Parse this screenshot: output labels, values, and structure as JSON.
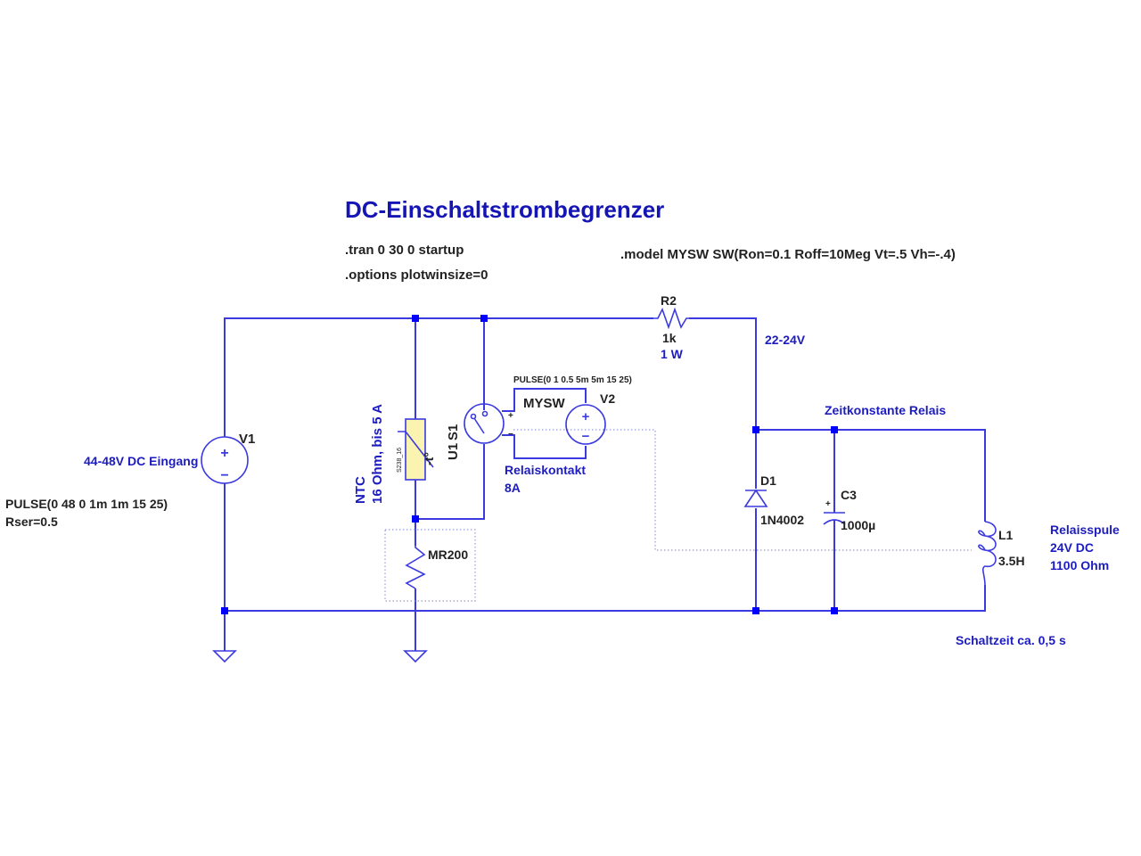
{
  "title": "DC-Einschaltstrombegrenzer",
  "directives": {
    "tran": ".tran 0 30 0 startup",
    "options": ".options plotwinsize=0",
    "model": ".model MYSW SW(Ron=0.1 Roff=10Meg Vt=.5 Vh=-.4)"
  },
  "colors": {
    "wire": "#3a3ae0",
    "junction": "#0000ff",
    "comment": "#1c1cc0",
    "title": "#1515b5",
    "label": "#222222",
    "ntc_fill": "#fbf3b0"
  },
  "components": {
    "v1": {
      "name": "V1",
      "comment": "44-48V DC Eingang",
      "value_line1": "PULSE(0 48 0 1m 1m 15 25)",
      "value_line2": "Rser=0.5"
    },
    "ntc": {
      "model": "S238_16",
      "symbol": "-t°",
      "comment_line1": "NTC",
      "comment_line2": "16 Ohm, bis 5 A"
    },
    "s1": {
      "name": "S1",
      "instance": "U1",
      "model": "MYSW",
      "plus": "+",
      "minus": "−",
      "comment_line1": "Relaiskontakt",
      "comment_line2": "8A"
    },
    "v2": {
      "name": "V2",
      "value": "PULSE(0 1 0.5 5m 5m 15 25)"
    },
    "r2": {
      "name": "R2",
      "value": "1k",
      "comment": "1 W"
    },
    "mr200": {
      "name": "MR200"
    },
    "d1": {
      "name": "D1",
      "value": "1N4002"
    },
    "c3": {
      "name": "C3",
      "value": "1000µ",
      "plus": "+"
    },
    "l1": {
      "name": "L1",
      "value": "3.5H",
      "comment_line1": "Relaisspule",
      "comment_line2": "24V DC",
      "comment_line3": "1100 Ohm"
    }
  },
  "net_labels": {
    "rail": "22-24V",
    "timeconst": "Zeitkonstante Relais",
    "switchtime": "Schaltzeit ca. 0,5 s"
  },
  "icons": {
    "source_plus": "+",
    "source_minus": "−"
  }
}
